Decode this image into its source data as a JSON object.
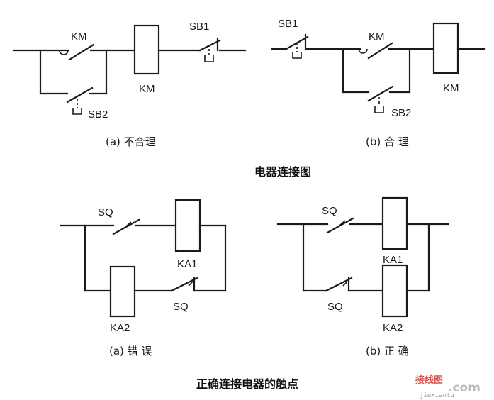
{
  "labels": {
    "km": "KM",
    "sb1": "SB1",
    "sb2": "SB2",
    "ka1": "KA1",
    "ka2": "KA2",
    "sq": "SQ"
  },
  "captions": {
    "a_top": "(a)  不合理",
    "b_top": "(b)  合    理",
    "a_bottom": "(a)  错  误",
    "b_bottom": "(b)  正  确"
  },
  "titles": {
    "top": "电器连接图",
    "bottom": "正确连接电器的触点"
  },
  "watermark": {
    "brand": "接线图",
    "domain": ".com",
    "sub": "jiexiantu"
  }
}
